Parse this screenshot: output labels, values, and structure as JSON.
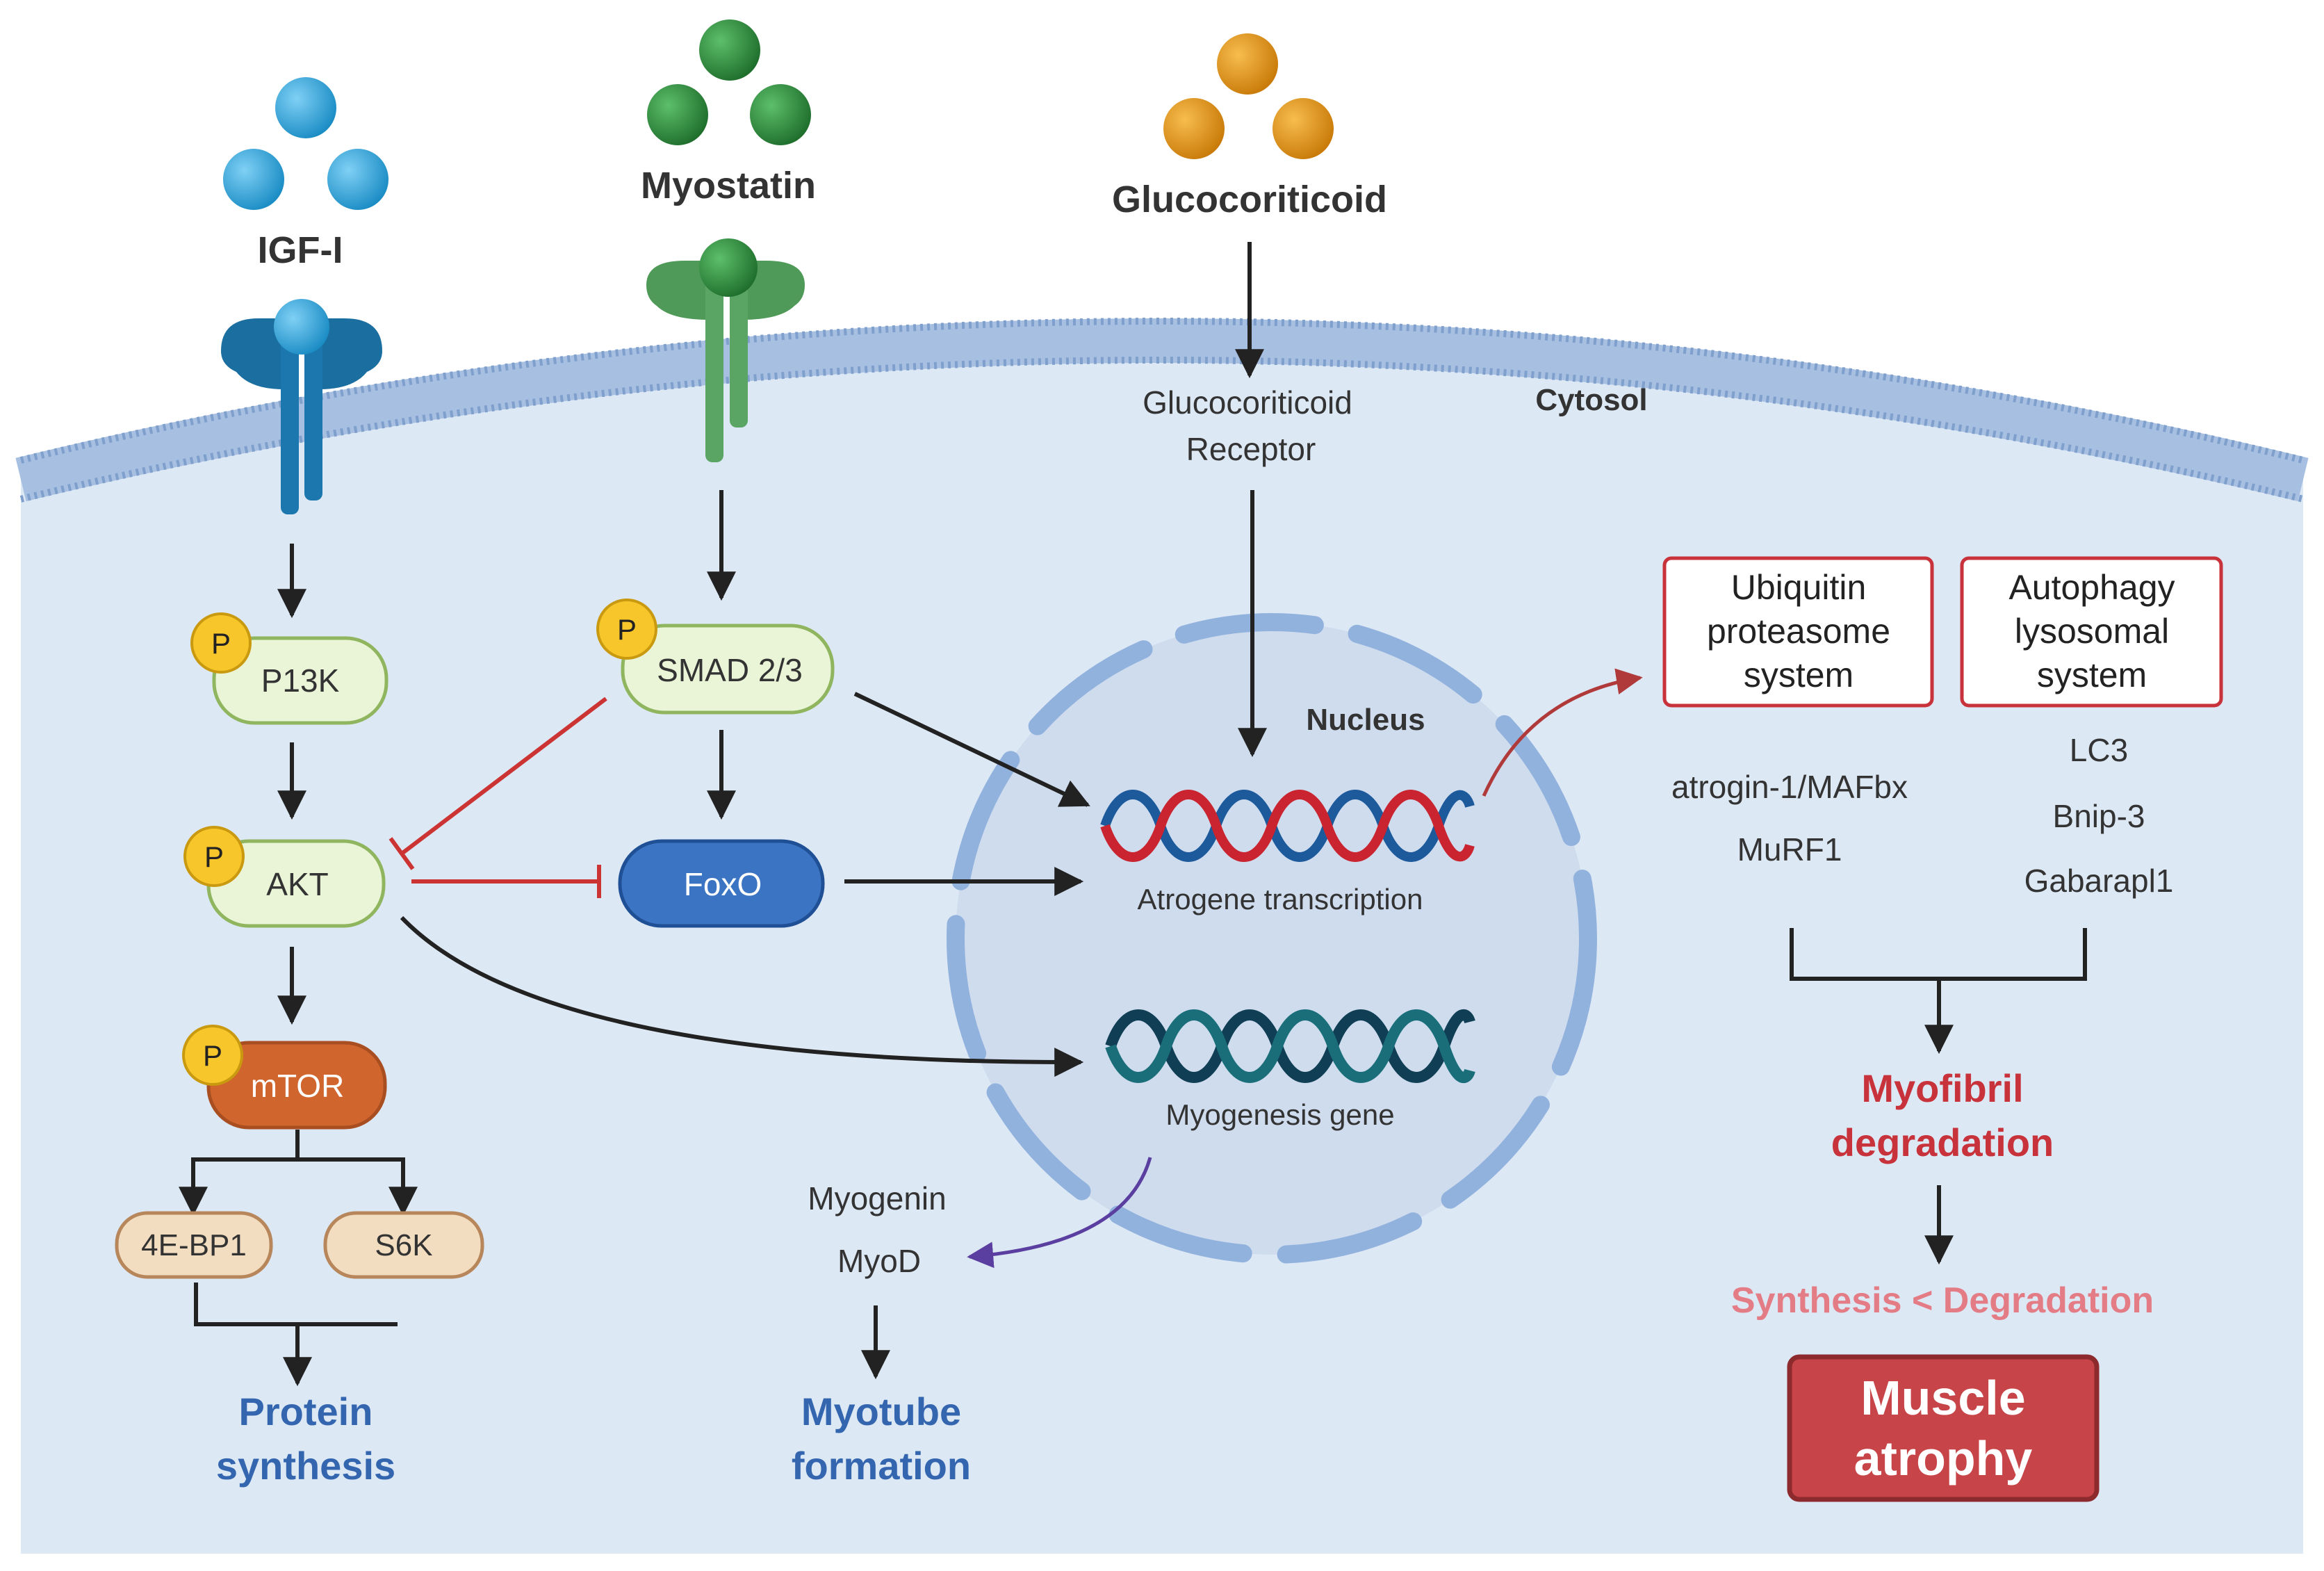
{
  "ligands": {
    "igf": "IGF-I",
    "myostatin": "Myostatin",
    "glucocorticoid": "Glucocoriticoid"
  },
  "regions": {
    "cytosol": "Cytosol",
    "nucleus": "Nucleus"
  },
  "receptor": {
    "line1": "Glucocoriticoid",
    "line2": "Receptor"
  },
  "phospho_label": "P",
  "nodes": {
    "p13k": "P13K",
    "akt": "AKT",
    "mtor": "mTOR",
    "eb1": "4E-BP1",
    "s6k": "S6K",
    "smad": "SMAD 2/3",
    "foxo": "FoxO"
  },
  "genes": {
    "atrogene": "Atrogene transcription",
    "myogenesis": "Myogenesis gene"
  },
  "systems": {
    "ubiquitin": [
      "Ubiquitin",
      "proteasome",
      "system"
    ],
    "autophagy": [
      "Autophagy",
      "lysosomal",
      "system"
    ]
  },
  "ubiquitin_genes": [
    "atrogin-1/MAFbx",
    "MuRF1"
  ],
  "autophagy_genes": [
    "LC3",
    "Bnip-3",
    "Gabarapl1"
  ],
  "myo_factors": [
    "Myogenin",
    "MyoD"
  ],
  "outcomes": {
    "protein": [
      "Protein",
      "synthesis"
    ],
    "myotube": [
      "Myotube",
      "formation"
    ],
    "myofibril": [
      "Myofibril",
      "degradation"
    ],
    "balance": "Synthesis < Degradation",
    "atrophy": [
      "Muscle",
      "atrophy"
    ]
  },
  "colors": {
    "cytosol": "#dde8f5",
    "membrane": "#9bb6dc",
    "igf_ball": "#2a9fd6",
    "igf_receptor": "#1b6fa0",
    "myostatin_ball": "#2e8a3d",
    "myostatin_receptor": "#4f9a58",
    "gluco_ball": "#e08f10",
    "phospho": "#f7c62b",
    "node_fill": "#eaf5d8",
    "node_stroke": "#8fb55e",
    "mtor": "#d0652d",
    "foxo": "#3b74c3",
    "tan_fill": "#f3ddc0",
    "tan_stroke": "#b7865a",
    "outcome_blue": "#3466b0",
    "outcome_red": "#c8323a",
    "balance_pink": "#e47c86",
    "atrophy_fill": "#c74548",
    "inhibit": "#cc3333"
  }
}
